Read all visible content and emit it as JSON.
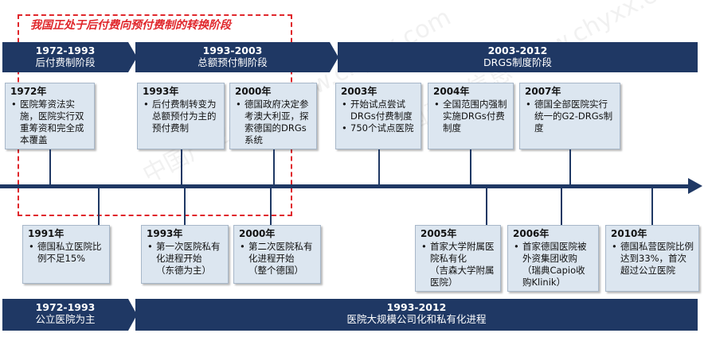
{
  "highlight_label": "我国正处于后付费向预付费制的转换阶段",
  "top_phases": [
    {
      "years": "1972-1993",
      "name": "后付费制阶段"
    },
    {
      "years": "1993-2003",
      "name": "总额预付制阶段"
    },
    {
      "years": "2003-2012",
      "name": "DRGS制度阶段"
    }
  ],
  "bottom_phases": [
    {
      "years": "1972-1993",
      "name": "公立医院为主"
    },
    {
      "years": "1993-2012",
      "name": "医院大规模公司化和私有化进程"
    }
  ],
  "top_events": [
    {
      "year": "1972年",
      "lines": [
        "医院筹资法实施，医院实行双重筹资和完全成本覆盖"
      ]
    },
    {
      "year": "1993年",
      "lines": [
        "后付费制转变为总额预付为主的预付费制"
      ]
    },
    {
      "year": "2000年",
      "lines": [
        "德国政府决定参考澳大利亚，探索德国的DRGs系统"
      ]
    },
    {
      "year": "2003年",
      "lines": [
        "开始试点尝试DRGs付费制度",
        "750个试点医院"
      ]
    },
    {
      "year": "2004年",
      "lines": [
        "全国范围内强制实施DRGs付费制度"
      ]
    },
    {
      "year": "2007年",
      "lines": [
        "德国全部医院实行统一的G2-DRGs制度"
      ]
    }
  ],
  "bottom_events": [
    {
      "year": "1991年",
      "lines": [
        "德国私立医院比例不足15%"
      ]
    },
    {
      "year": "1993年",
      "lines": [
        "第一次医院私有化进程开始"
      ],
      "note": "（东德为主）"
    },
    {
      "year": "2000年",
      "lines": [
        "第二次医院私有化进程开始"
      ],
      "note": "（整个德国）"
    },
    {
      "year": "2005年",
      "lines": [
        "首家大学附属医院私有化"
      ],
      "note": "（吉森大学附属医院）"
    },
    {
      "year": "2006年",
      "lines": [
        "首家德国医院被外资集团收购（瑞典Capio收购Klinik）"
      ]
    },
    {
      "year": "2010年",
      "lines": [
        "德国私营医院比例达到33%，首次超过公立医院"
      ]
    }
  ],
  "colors": {
    "navy": "#1f3864",
    "card": "#dce6f0",
    "highlight": "#e0262b"
  }
}
